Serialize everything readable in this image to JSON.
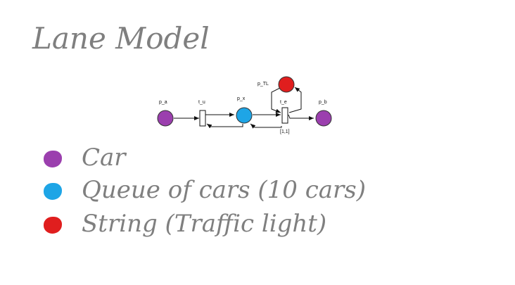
{
  "title": "Lane Model",
  "diagram": {
    "places": {
      "p_a": {
        "label": "p_a",
        "color": "#9b3fae"
      },
      "p_x": {
        "label": "p_x",
        "color": "#1ea5e6"
      },
      "p_TL": {
        "label": "p_TL",
        "color": "#e01e1e"
      },
      "p_b": {
        "label": "p_b",
        "color": "#9b3fae"
      }
    },
    "transitions": {
      "t_u": {
        "label": "t_u"
      },
      "t_e": {
        "label": "t_e",
        "guard": "[1,1]"
      }
    }
  },
  "legend": [
    {
      "label": "Car",
      "color": "#9b3fae"
    },
    {
      "label": "Queue of cars (10 cars)",
      "color": "#1ea5e6"
    },
    {
      "label": "String (Traffic light)",
      "color": "#e01e1e"
    }
  ]
}
